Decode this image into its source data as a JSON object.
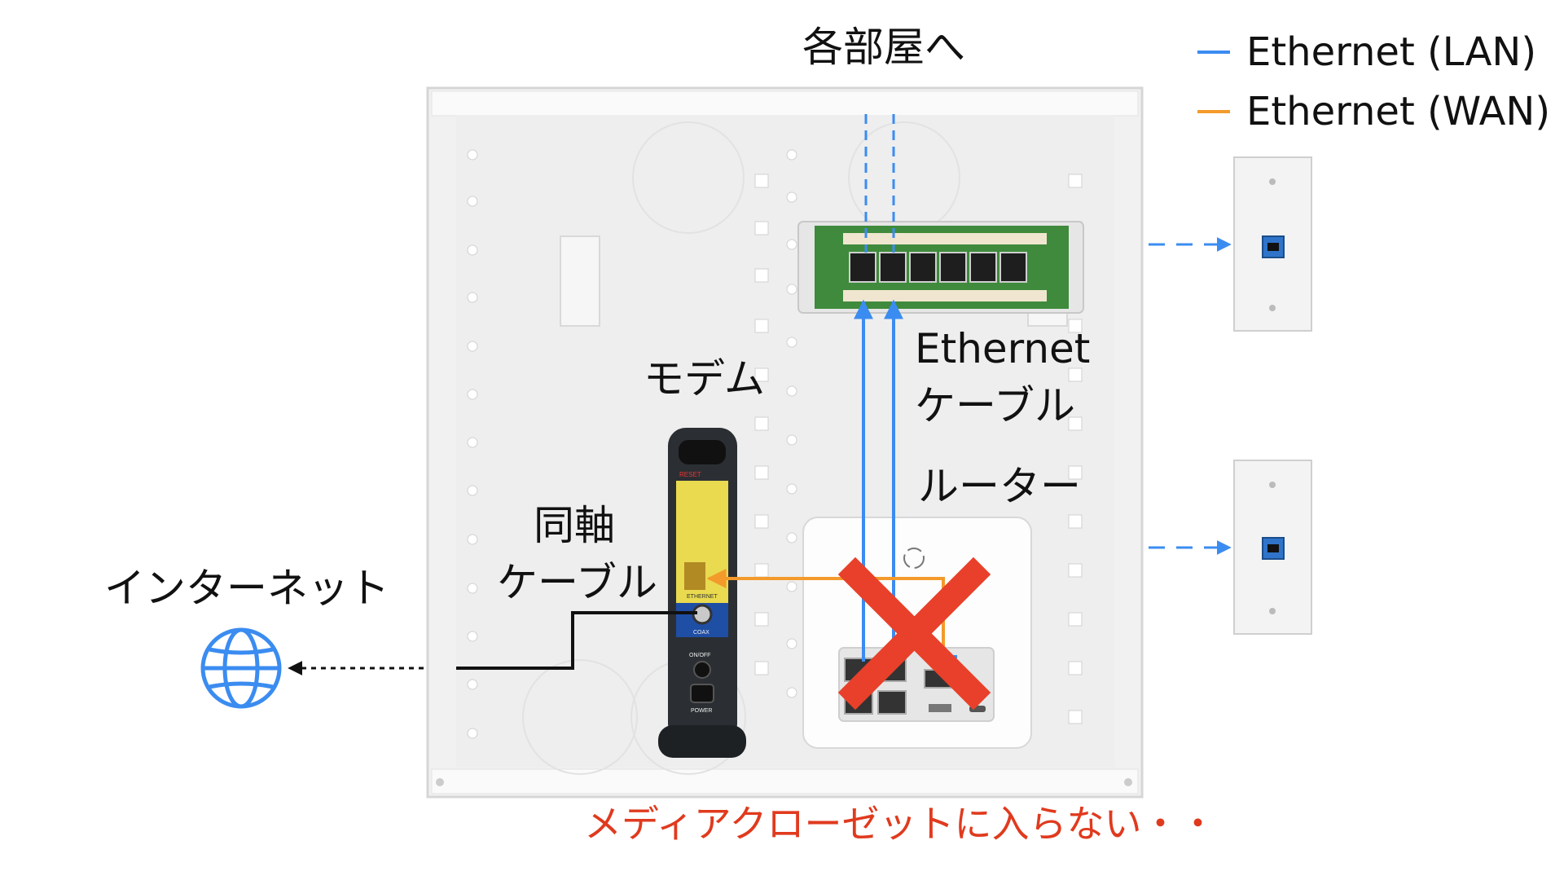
{
  "labels": {
    "to_rooms": "各部屋へ",
    "modem": "モデム",
    "coax_line1": "同軸",
    "coax_line2": "ケーブル",
    "internet": "インターネット",
    "ethernet_line1": "Ethernet",
    "ethernet_line2": "ケーブル",
    "router": "ルーター",
    "warning": "メディアクローゼットに入らない・・"
  },
  "legend": {
    "lan": "Ethernet (LAN)",
    "wan": "Ethernet (WAN)"
  },
  "device_text": {
    "reset": "RESET",
    "ethernet": "ETHERNET",
    "coax": "COAX",
    "onoff": "ON/OFF",
    "power": "POWER"
  },
  "icons": [
    "globe-icon",
    "cross-mark-icon",
    "wall-jack-icon"
  ],
  "colors": {
    "lan": "#3b8cf0",
    "wan": "#f39a2b",
    "warning": "#e03a1e",
    "cross": "#e8402a",
    "globe": "#3b8cf0",
    "patch_panel": "#3f8a3c",
    "modem_body": "#2b2f33",
    "modem_panel": "#e9da4f"
  }
}
